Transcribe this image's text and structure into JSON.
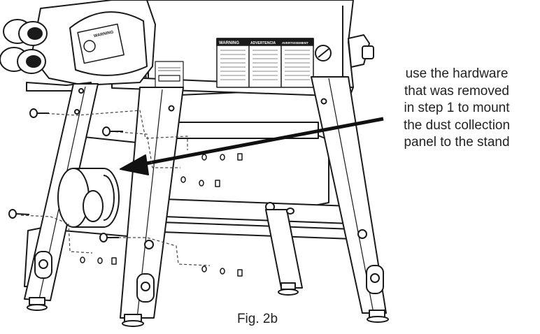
{
  "callout": {
    "lines": [
      "use the hardware",
      "that was removed",
      "in step 1 to mount",
      "the dust collection",
      "panel to the stand"
    ]
  },
  "caption": "Fig. 2b",
  "labels": {
    "warning_1": "WARNING",
    "warning_2": "ADVERTENCIA",
    "warning_3": "AVERTISSEMENT",
    "motor_warning": "WARNING"
  },
  "colors": {
    "line": "#1a1a1a",
    "fill": "#ffffff",
    "shade": "#e9e9e9"
  },
  "icons": [
    "arrow-icon",
    "dust-port-icon",
    "foot-leveler-icon",
    "screw-icon",
    "nut-icon",
    "washer-icon",
    "bolt-icon",
    "warning-label-icon"
  ]
}
